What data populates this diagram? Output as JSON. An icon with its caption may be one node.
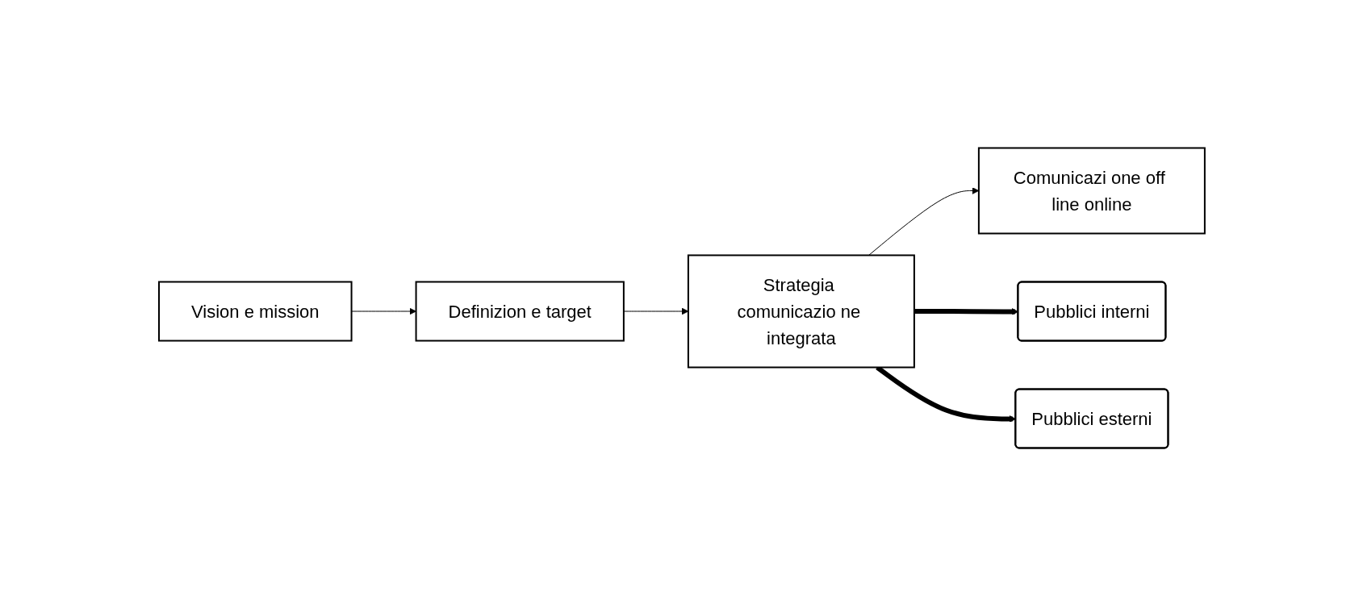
{
  "diagram": {
    "nodes": [
      {
        "text": [
          "Vision e mission"
        ]
      },
      {
        "text": [
          "Definizion e target"
        ]
      },
      {
        "text": [
          "Strategia comunicazio ne integrata"
        ]
      },
      {
        "text": [
          "Comunicazi one off line online"
        ]
      },
      {
        "text": [
          "Pubblici interni"
        ]
      },
      {
        "text": [
          "Pubblici esterni"
        ]
      }
    ],
    "edges": [
      {
        "from": 0,
        "to": 1,
        "arrow": "to"
      },
      {
        "from": 1,
        "to": 2,
        "arrow": "to"
      },
      {
        "from": 2,
        "to": 3,
        "arrow": "to"
      },
      {
        "from": 2,
        "to": 4,
        "arrow": "to",
        "style": "thick"
      },
      {
        "from": 2,
        "to": 5,
        "arrow": "to",
        "style": "thick"
      }
    ]
  }
}
